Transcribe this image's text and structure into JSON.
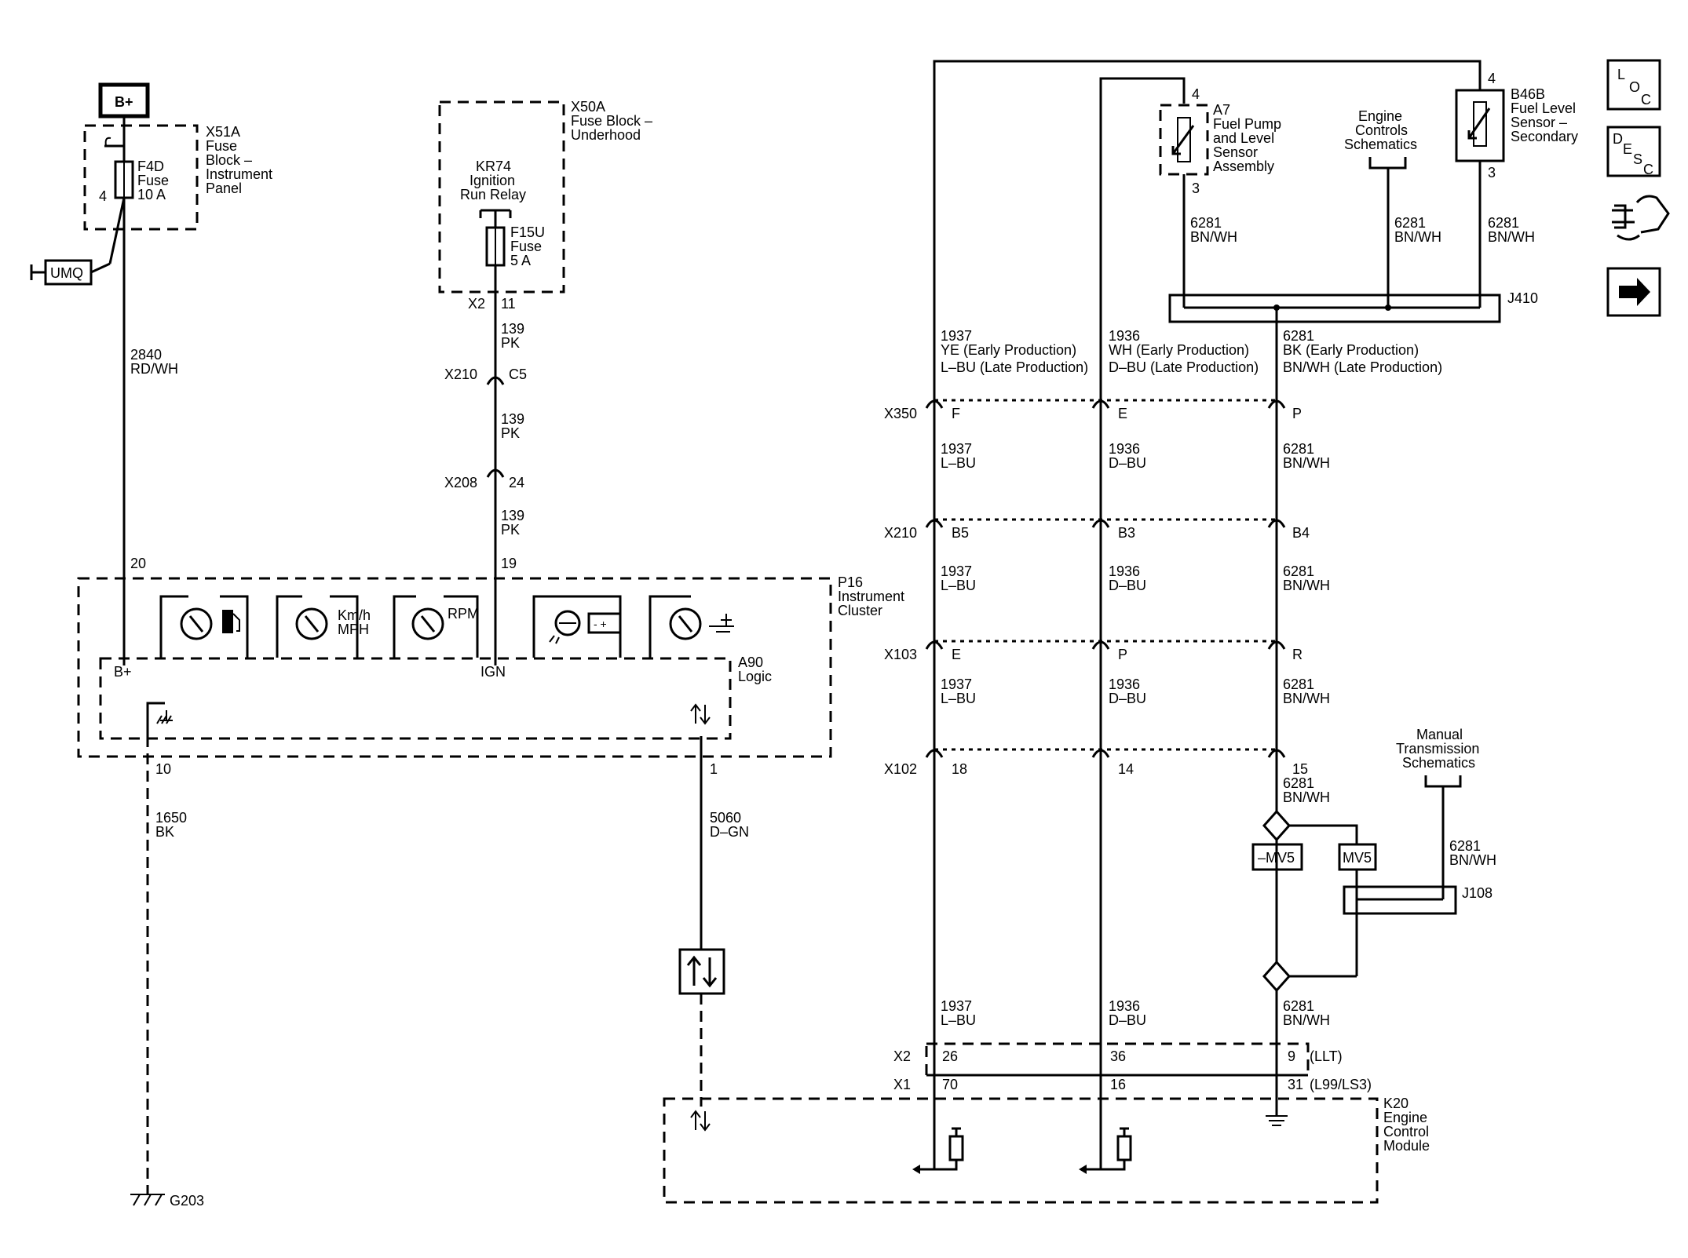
{
  "nav_icons": {
    "loc": [
      "L",
      "O",
      "C"
    ],
    "desc": [
      "D",
      "E",
      "S",
      "C"
    ]
  },
  "left": {
    "bplus_box": "B+",
    "x51a": [
      "X51A",
      "Fuse",
      "Block –",
      "Instrument",
      "Panel"
    ],
    "f4d": [
      "F4D",
      "Fuse",
      "10 A"
    ],
    "f4d_pin": "4",
    "umq": "UMQ",
    "wire_2840": [
      "2840",
      "RD/WH"
    ],
    "pin_20": "20"
  },
  "middle": {
    "x50a": [
      "X50A",
      "Fuse Block –",
      "Underhood"
    ],
    "kr74": [
      "KR74",
      "Ignition",
      "Run Relay"
    ],
    "f15u": [
      "F15U",
      "Fuse",
      "5 A"
    ],
    "x2": "X2",
    "x2_pin": "11",
    "wire_139a": [
      "139",
      "PK"
    ],
    "x210": "X210",
    "x210_pin": "C5",
    "wire_139b": [
      "139",
      "PK"
    ],
    "x208": "X208",
    "x208_pin": "24",
    "wire_139c": [
      "139",
      "PK"
    ],
    "pin_19": "19"
  },
  "cluster": {
    "p16": [
      "P16",
      "Instrument",
      "Cluster"
    ],
    "a90": [
      "A90",
      "Logic"
    ],
    "bplus": "B+",
    "ign": "IGN",
    "kmh": [
      "Km/h",
      "MPH"
    ],
    "rpm": "RPM",
    "pin_10": "10",
    "pin_1": "1",
    "wire_1650": [
      "1650",
      "BK"
    ],
    "wire_5060": [
      "5060",
      "D–GN"
    ],
    "g203": "G203"
  },
  "right": {
    "a7": [
      "A7",
      "Fuel Pump",
      "and Level",
      "Sensor",
      "Assembly"
    ],
    "a7_pin_top": "4",
    "a7_pin_bot": "3",
    "engine_sch": [
      "Engine",
      "Controls",
      "Schematics"
    ],
    "b46b": [
      "B46B",
      "Fuel Level",
      "Sensor –",
      "Secondary"
    ],
    "b46b_pin_top": "4",
    "b46b_pin_bot": "3",
    "w6281_a7": [
      "6281",
      "BN/WH"
    ],
    "w6281_eng": [
      "6281",
      "BN/WH"
    ],
    "w6281_b46": [
      "6281",
      "BN/WH"
    ],
    "j410": "J410",
    "col1_top": [
      "1937",
      "YE (Early Production)",
      "L–BU (Late Production)"
    ],
    "col2_top": [
      "1936",
      "WH (Early Production)",
      "D–BU (Late Production)"
    ],
    "col3_top": [
      "6281",
      "BK (Early Production)",
      "BN/WH (Late Production)"
    ],
    "x350": "X350",
    "x350_pins": [
      "F",
      "E",
      "P"
    ],
    "x210": "X210",
    "x210_pins": [
      "B5",
      "B3",
      "B4"
    ],
    "x103": "X103",
    "x103_pins": [
      "E",
      "P",
      "R"
    ],
    "x102": "X102",
    "x102_pins": [
      "18",
      "14",
      "15"
    ],
    "col1_w": [
      "1937",
      "L–BU"
    ],
    "col2_w": [
      "1936",
      "D–BU"
    ],
    "col3_w": [
      "6281",
      "BN/WH"
    ],
    "manual_sch": [
      "Manual",
      "Transmission",
      "Schematics"
    ],
    "mv5_neg": "–MV5",
    "mv5": "MV5",
    "w6281_man": [
      "6281",
      "BN/WH"
    ],
    "j108": "J108",
    "x2": "X2",
    "x2_pins": [
      "26",
      "36",
      "9"
    ],
    "llt": "(LLT)",
    "x1": "X1",
    "x1_pins": [
      "70",
      "16",
      "31"
    ],
    "l99": "(L99/LS3)",
    "k20": [
      "K20",
      "Engine",
      "Control",
      "Module"
    ]
  }
}
